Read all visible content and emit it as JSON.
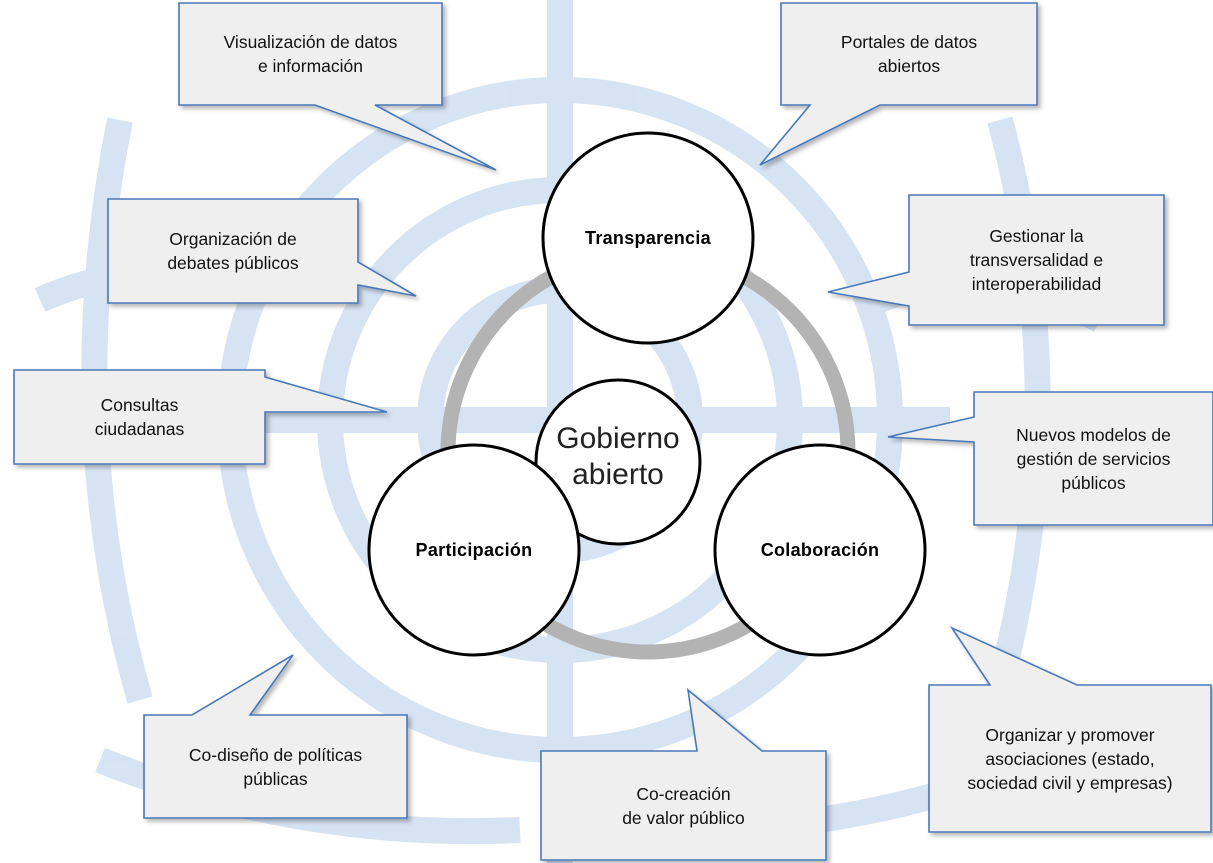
{
  "diagram": {
    "center": {
      "label": "Gobierno\nabierto"
    },
    "pillars": [
      {
        "id": "transparencia",
        "label": "Transparencia"
      },
      {
        "id": "participacion",
        "label": "Participación"
      },
      {
        "id": "colaboracion",
        "label": "Colaboración"
      }
    ],
    "callouts": [
      {
        "id": "visualizacion",
        "text": "Visualización de datos\ne información"
      },
      {
        "id": "portales",
        "text": "Portales de datos\nabiertos"
      },
      {
        "id": "debates",
        "text": "Organización de\ndebates públicos"
      },
      {
        "id": "transversalidad",
        "text": "Gestionar la\ntransversalidad e\ninteroperabilidad"
      },
      {
        "id": "consultas",
        "text": "Consultas\nciudadanas"
      },
      {
        "id": "nuevos-modelos",
        "text": "Nuevos modelos de\ngestión de servicios\npúblicos"
      },
      {
        "id": "co-diseno",
        "text": "Co-diseño de políticas\npúblicas"
      },
      {
        "id": "co-creacion",
        "text": "Co-creación\nde valor público"
      },
      {
        "id": "asociaciones",
        "text": "Organizar y promover\nasociaciones (estado,\nsociedad civil y empresas)"
      }
    ]
  },
  "colors": {
    "callout_fill": "#efefef",
    "callout_border": "#4a78b8",
    "ring": "#b3b3b3",
    "background_emblem": "#d2e1f2"
  }
}
